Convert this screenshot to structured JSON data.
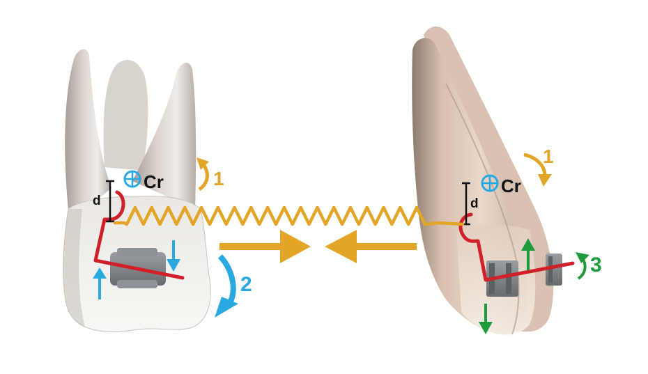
{
  "figure": {
    "title": "Orthodontic T-loop / coil-spring mechanics on molar and incisor",
    "left_tooth": {
      "name": "molar",
      "center_of_resistance_label": "Cr",
      "distance_label": "d",
      "rotation_1_label": "1",
      "rotation_2_label": "2"
    },
    "right_tooth": {
      "name": "incisor",
      "center_of_resistance_label": "Cr",
      "distance_label": "d",
      "rotation_1_label": "1",
      "rotation_3_label": "3"
    },
    "forces": {
      "spring": "coil-spring",
      "left_arrow": "force-toward-center",
      "right_arrow": "force-toward-center"
    }
  },
  "colors": {
    "spring": "#e2a527",
    "wire": "#d0202a",
    "blue": "#2aa8e0",
    "green": "#1f9a3c",
    "black": "#111111",
    "tooth_left": "#e9e6e2",
    "tooth_right": "#e8d2c0",
    "bracket": "#7a7e82"
  }
}
